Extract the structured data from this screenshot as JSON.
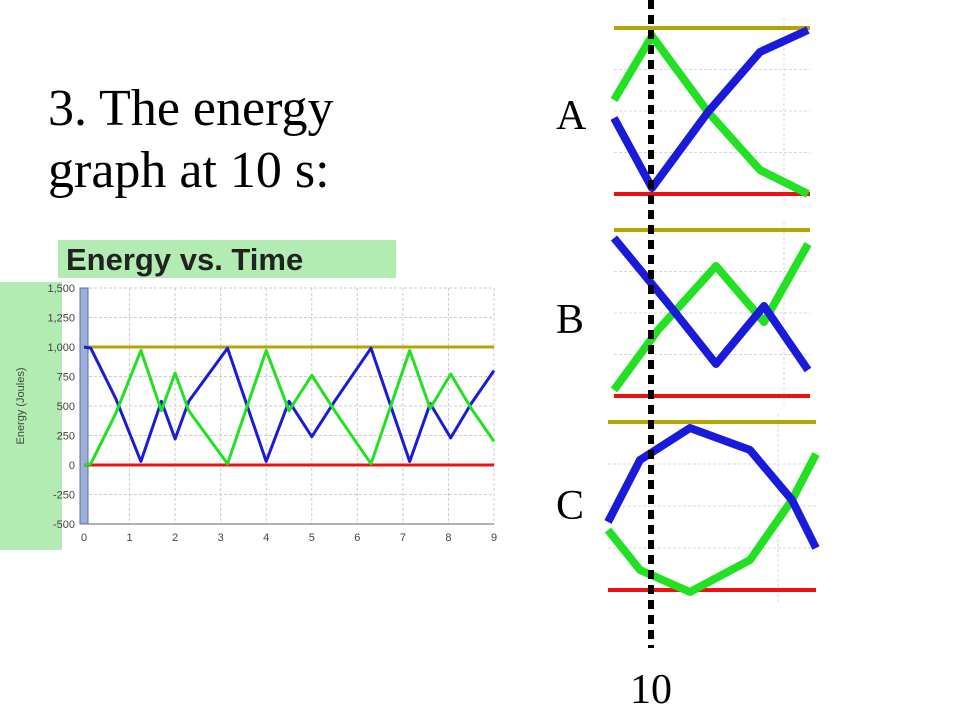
{
  "question": {
    "line1": "3. The energy",
    "line2": "graph at 10 s:"
  },
  "options": [
    "A",
    "B",
    "C"
  ],
  "marker_label": "10",
  "colors": {
    "potential": "#1a1adb",
    "kinetic": "#22e022",
    "total": "#b5a500",
    "zero": "#ee1111"
  },
  "chart_data": {
    "type": "line",
    "title": "Energy vs. Time",
    "ylabel": "Energy (Joules)",
    "xlabel": "",
    "xlim": [
      0,
      9
    ],
    "ylim": [
      -500,
      1500
    ],
    "x_ticks": [
      0,
      1,
      2,
      3,
      4,
      5,
      6,
      7,
      8,
      9
    ],
    "y_ticks": [
      -500,
      -250,
      0,
      250,
      500,
      750,
      1000,
      1250,
      1500
    ],
    "y_tick_labels": [
      "-500",
      "-250",
      "0",
      "250",
      "500",
      "750",
      "1,000",
      "1,250",
      "1,500"
    ],
    "grid": true,
    "series": [
      {
        "values_x": [
          0,
          9
        ],
        "values_y": [
          1000,
          1000
        ]
      },
      {
        "values_x": [
          0,
          9
        ],
        "values_y": [
          0,
          0
        ]
      },
      {
        "values_x": [
          0,
          0.15,
          0.7,
          1.25,
          1.7,
          2.0,
          2.3,
          3.15,
          4.0,
          4.5,
          5.0,
          5.5,
          6.3,
          7.15,
          7.6,
          8.05,
          8.5,
          9.0
        ],
        "values_y": [
          1000,
          990,
          560,
          30,
          540,
          220,
          540,
          990,
          30,
          540,
          240,
          540,
          990,
          30,
          520,
          230,
          520,
          800
        ]
      },
      {
        "values_x": [
          0,
          0.15,
          0.7,
          1.25,
          1.7,
          2.0,
          2.3,
          3.15,
          4.0,
          4.5,
          5.0,
          5.5,
          6.3,
          7.15,
          7.6,
          8.05,
          8.5,
          9.0
        ],
        "values_y": [
          0,
          10,
          440,
          970,
          460,
          780,
          460,
          10,
          970,
          460,
          760,
          460,
          10,
          970,
          480,
          770,
          480,
          200
        ]
      }
    ]
  }
}
